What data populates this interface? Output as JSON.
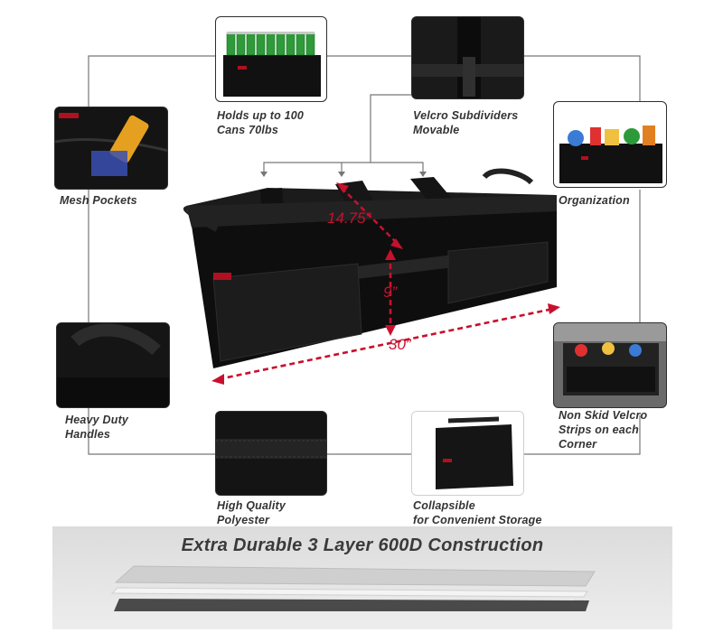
{
  "features": {
    "cans": "Holds up to 100\nCans 70lbs",
    "velcro_subdividers": "Velcro Subdividers\nMovable",
    "mesh_pockets": "Mesh Pockets",
    "organization": "Organization",
    "handles": "Heavy Duty\nHandles",
    "non_skid": "Non Skid Velcro\nStrips on each\nCorner",
    "polyester": "High Quality\nPolyester",
    "collapsible": "Collapsible\nfor Convenient Storage"
  },
  "dimensions": {
    "depth": "14.75”",
    "height": "9”",
    "length": "30”"
  },
  "footer": {
    "title": "Extra Durable 3 Layer 600D Construction"
  },
  "colors": {
    "dimension_red": "#c8102e",
    "caption_text": "#333333"
  }
}
